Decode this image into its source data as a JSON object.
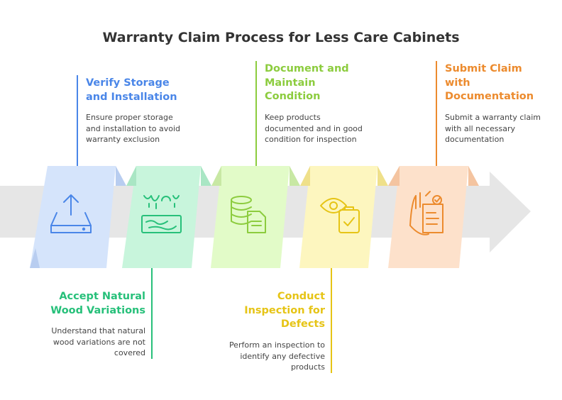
{
  "title": "Warranty Claim Process for Less Care Cabinets",
  "steps": [
    {
      "title": "Verify Storage\nand Installation",
      "description": "Ensure proper storage\nand installation to avoid\nwarranty exclusion",
      "color": "#4a86e8",
      "fill": "#d5e4fb",
      "icon": "upload-tray-icon"
    },
    {
      "title": "Accept Natural\nWood Variations",
      "description": "Understand that natural\nwood variations are not\ncovered",
      "color": "#27c07a",
      "fill": "#c8f5dc",
      "icon": "wood-grain-icon"
    },
    {
      "title": "Document and\nMaintain\nCondition",
      "description": "Keep products\ndocumented and in good\ncondition for inspection",
      "color": "#8ccc3e",
      "fill": "#e2fbc8",
      "icon": "database-document-icon"
    },
    {
      "title": "Conduct\nInspection for\nDefects",
      "description": "Perform an inspection to\nidentify any defective\nproducts",
      "color": "#e6c416",
      "fill": "#fdf6bf",
      "icon": "eye-clipboard-icon"
    },
    {
      "title": "Submit Claim\nwith\nDocumentation",
      "description": "Submit a warranty claim\nwith all necessary\ndocumentation",
      "color": "#ec8b2e",
      "fill": "#fde1cb",
      "icon": "hand-checklist-icon"
    }
  ]
}
